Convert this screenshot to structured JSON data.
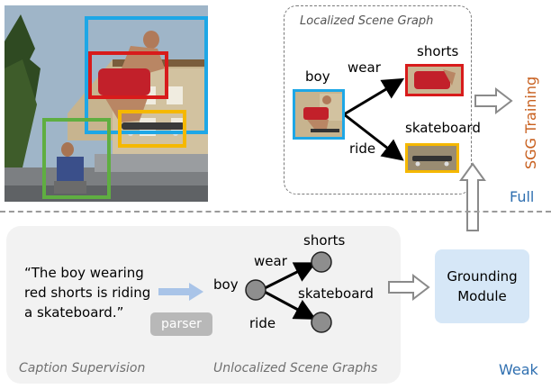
{
  "scene_graph_box": {
    "title": "Localized Scene Graph",
    "subject": "boy",
    "relation_1": "wear",
    "object_1": "shorts",
    "relation_2": "ride",
    "object_2": "skateboard"
  },
  "sgg_training_label": "SGG Training",
  "full_label": "Full",
  "weak_label": "Weak",
  "caption_panel": {
    "caption_line_1": "“The boy wearing",
    "caption_line_2": "red shorts is riding",
    "caption_line_3": "a skateboard.”",
    "parser_label": "parser",
    "caption_supervision_label": "Caption Supervision",
    "unlocalized_label": "Unlocalized Scene Graphs",
    "subject": "boy",
    "relation_1": "wear",
    "object_1": "shorts",
    "relation_2": "ride",
    "object_2": "skateboard"
  },
  "grounding_module": {
    "line_1": "Grounding",
    "line_2": "Module"
  },
  "colors": {
    "boy_box": "#1ea7e6",
    "shorts_box": "#d81b1b",
    "skateboard_box": "#f5b800",
    "second_person_box": "#5fae41",
    "accent_orange": "#c8601f",
    "accent_blue": "#2f6fb0",
    "grounding_fill": "#d6e7f7",
    "panel_fill": "#f2f2f2"
  }
}
